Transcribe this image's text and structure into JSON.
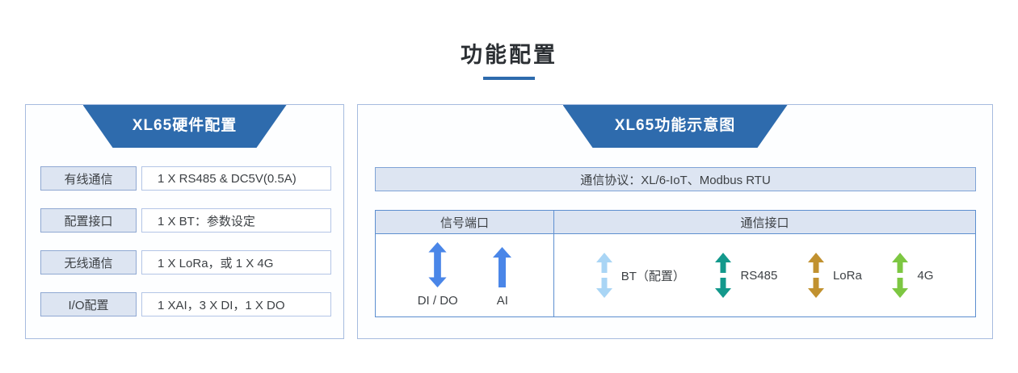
{
  "page": {
    "title": "功能配置"
  },
  "colors": {
    "accent_blue": "#2e6bad",
    "panel_border": "#a6bbdf",
    "table_border": "#5d8fd0",
    "light_fill": "#dde5f2"
  },
  "left_panel": {
    "header": "XL65硬件配置",
    "rows": [
      {
        "label": "有线通信",
        "value": "1 X RS485 & DC5V(0.5A)"
      },
      {
        "label": "配置接口",
        "value": "1 X BT：参数设定"
      },
      {
        "label": "无线通信",
        "value": "1 X LoRa，或 1 X 4G"
      },
      {
        "label": "I/O配置",
        "value": "1 XAI，3 X DI，1 X DO"
      }
    ]
  },
  "right_panel": {
    "header": "XL65功能示意图",
    "protocol": "通信协议：XL/6-IoT、Modbus RTU",
    "table": {
      "signal_header": "信号端口",
      "comm_header": "通信接口",
      "signal_items": [
        {
          "label": "DI / DO",
          "arrow": "double-arrow",
          "color": "#4a86e8"
        },
        {
          "label": "AI",
          "arrow": "up-arrow",
          "color": "#4a86e8"
        }
      ],
      "comm_items": [
        {
          "label": "BT（配置）",
          "arrow": "split-double-arrow",
          "color": "#a9d5f5"
        },
        {
          "label": "RS485",
          "arrow": "split-double-arrow",
          "color": "#13998c"
        },
        {
          "label": "LoRa",
          "arrow": "split-double-arrow",
          "color": "#c1912f"
        },
        {
          "label": "4G",
          "arrow": "split-double-arrow",
          "color": "#7dc742"
        }
      ]
    }
  }
}
